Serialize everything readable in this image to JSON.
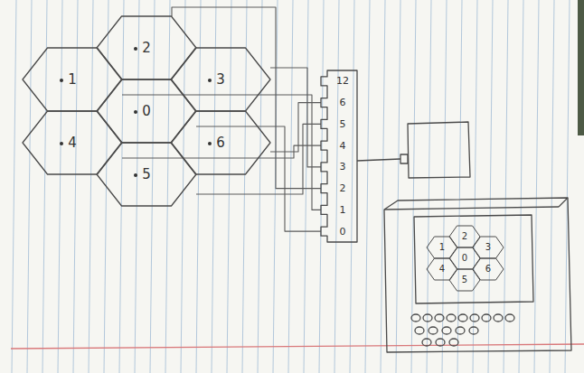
{
  "diagram": {
    "nodes": [
      {
        "text": [
          "2"
        ]
      },
      {
        "text": [
          "1"
        ]
      },
      {
        "text": [
          "3"
        ]
      },
      {
        "text": [
          "0"
        ]
      },
      {
        "text": [
          "4"
        ]
      },
      {
        "text": [
          "6"
        ]
      },
      {
        "text": [
          "5"
        ]
      },
      {
        "text": [
          "12",
          "6",
          "5",
          "4",
          "3",
          "2",
          "1",
          "0"
        ]
      },
      {
        "text": [
          "2"
        ]
      },
      {
        "text": [
          "1"
        ]
      },
      {
        "text": [
          "3"
        ]
      },
      {
        "text": [
          "0"
        ]
      },
      {
        "text": [
          "4"
        ]
      },
      {
        "text": [
          "6"
        ]
      },
      {
        "text": [
          "5"
        ]
      }
    ],
    "edges": [
      {
        "from": 1,
        "to": 7,
        "arrow": "none"
      },
      {
        "from": 0,
        "to": 7,
        "arrow": "none"
      },
      {
        "from": 2,
        "to": 7,
        "arrow": "none"
      },
      {
        "from": 3,
        "to": 7,
        "arrow": "none"
      },
      {
        "from": 4,
        "to": 7,
        "arrow": "none"
      },
      {
        "from": 5,
        "to": 7,
        "arrow": "none"
      },
      {
        "from": 6,
        "to": 7,
        "arrow": "none"
      }
    ]
  }
}
